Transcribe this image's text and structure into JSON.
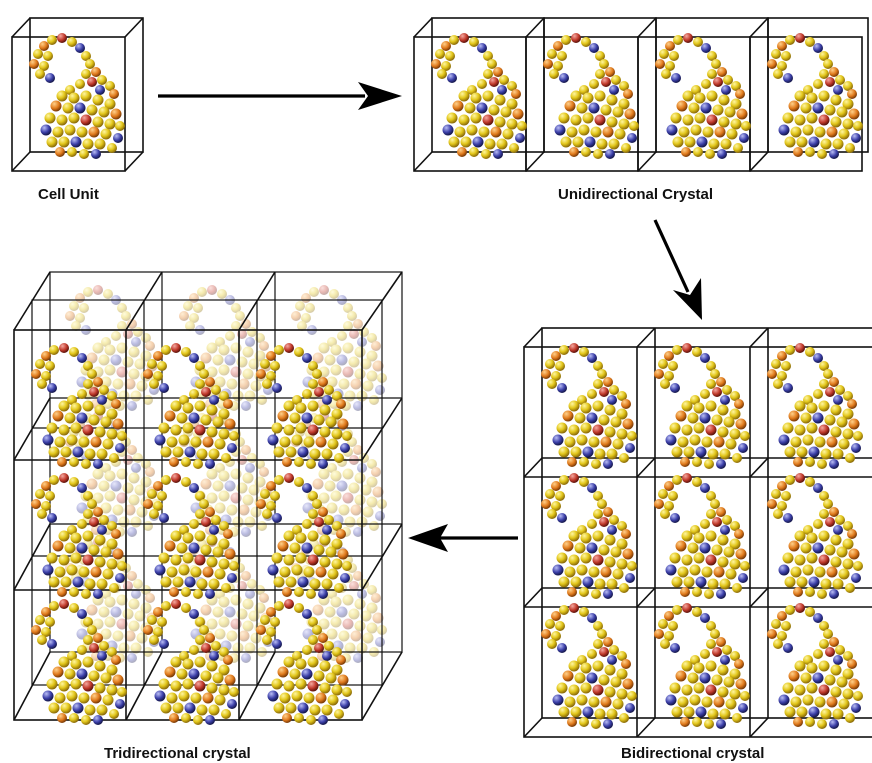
{
  "labels": {
    "cell_unit": "Cell Unit",
    "unidirectional": "Unidirectional Crystal",
    "bidirectional": "Bidirectional crystal",
    "tridirectional": "Tridirectional crystal"
  },
  "colors": {
    "atom_main": "#e2c61a",
    "atom_orange": "#e07a1c",
    "atom_blue": "#3b3fa8",
    "atom_red": "#c0392b",
    "edges": "#111111",
    "arrows": "#000000"
  }
}
